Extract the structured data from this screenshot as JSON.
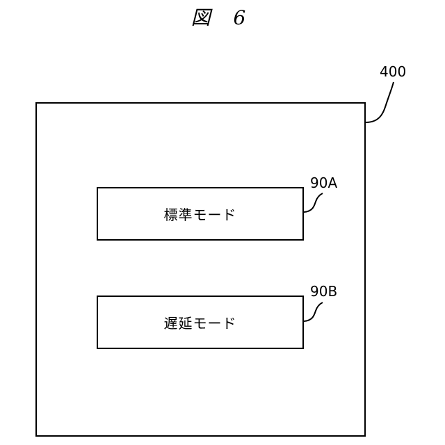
{
  "figure": {
    "title": "図 6"
  },
  "container": {
    "ref": "400"
  },
  "modes": [
    {
      "ref": "90A",
      "label": "標準モード"
    },
    {
      "ref": "90B",
      "label": "遅延モード"
    }
  ]
}
